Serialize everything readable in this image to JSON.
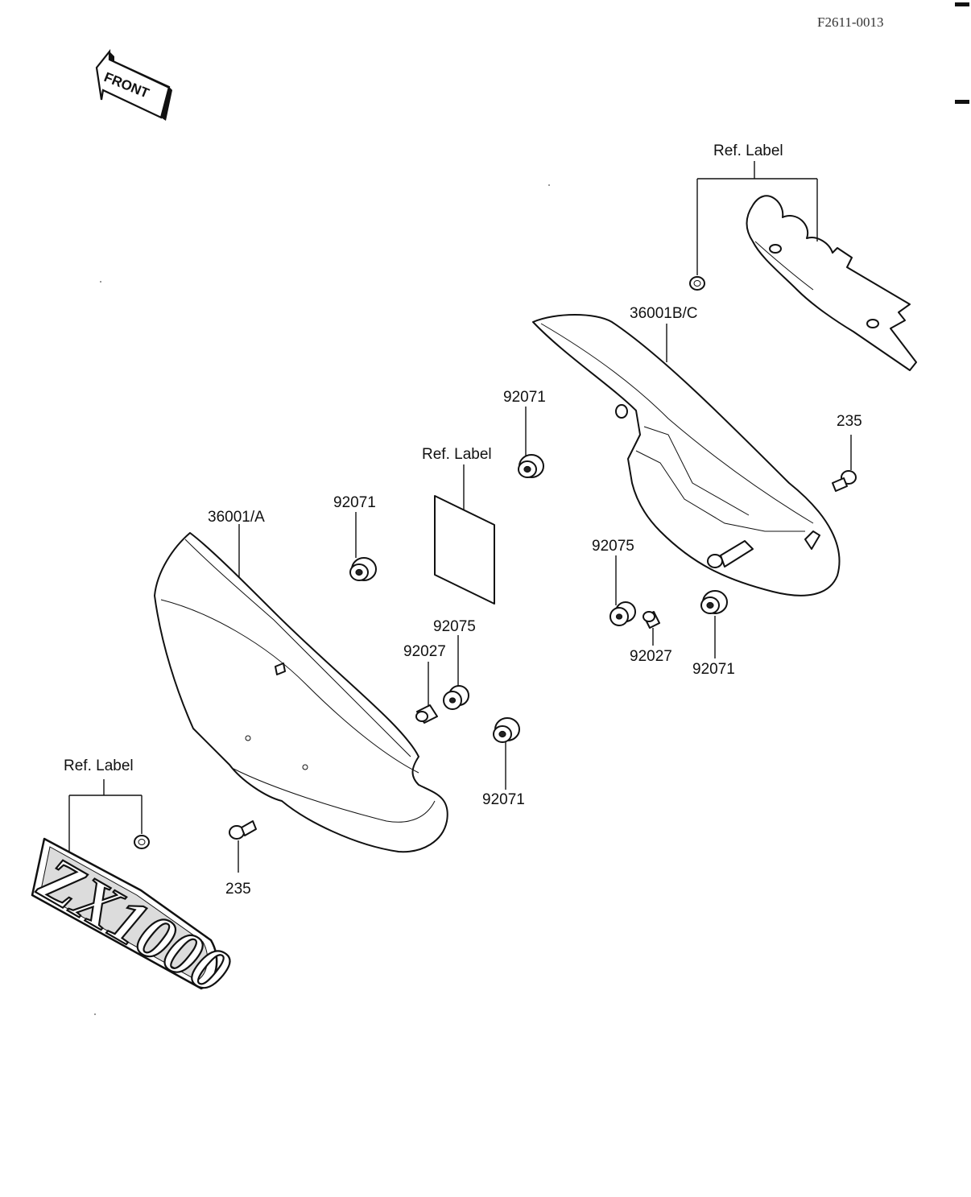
{
  "figure_code": "F2611-0013",
  "front_arrow": {
    "text": "FRONT",
    "icon": "front-direction-arrow-icon"
  },
  "emblem": {
    "text": "ZX1000"
  },
  "callouts": {
    "ref_label_top": "Ref. Label",
    "ref_label_mid": "Ref. Label",
    "ref_label_left": "Ref. Label",
    "part_36001bc": "36001B/C",
    "part_36001a": "36001/A",
    "part_92071_a": "92071",
    "part_92071_b": "92071",
    "part_92071_c": "92071",
    "part_92071_d": "92071",
    "part_92075_a": "92075",
    "part_92075_b": "92075",
    "part_92027_a": "92027",
    "part_92027_b": "92027",
    "part_235_a": "235",
    "part_235_b": "235"
  }
}
